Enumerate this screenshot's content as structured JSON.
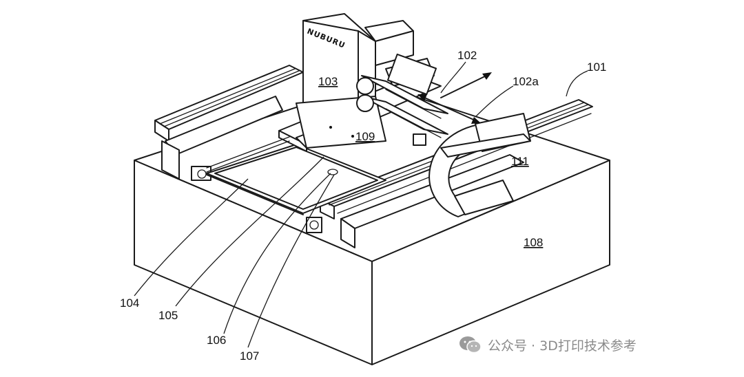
{
  "figure": {
    "brand_text": "NUBURU",
    "labels": {
      "l101": "101",
      "l102": "102",
      "l102a": "102a",
      "l103": "103",
      "l104": "104",
      "l105": "105",
      "l106": "106",
      "l107": "107",
      "l108": "108",
      "l109": "109",
      "l111": "111"
    }
  },
  "watermark": {
    "icon": "wechat-icon",
    "text": "公众号 · 3D打印技术参考"
  }
}
